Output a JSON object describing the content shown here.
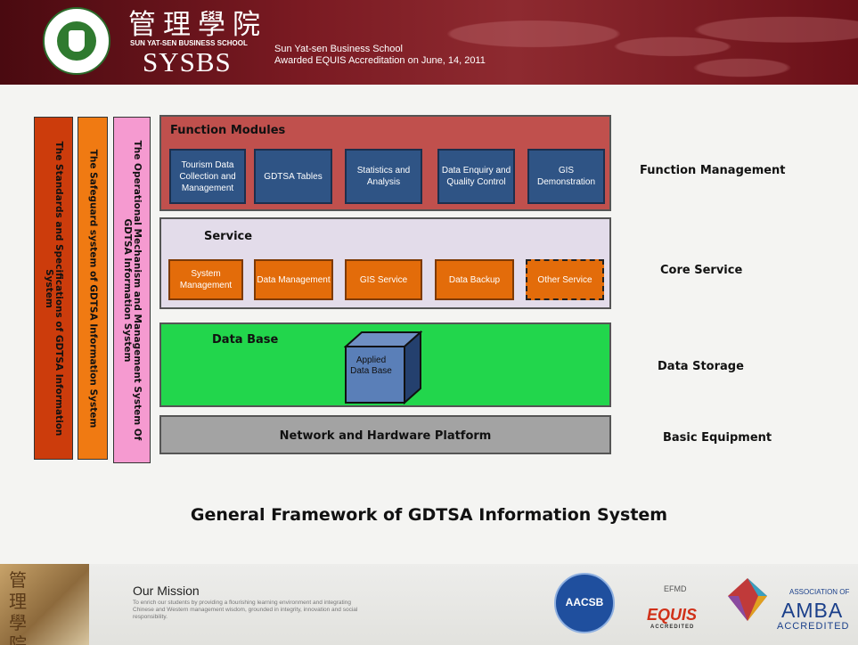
{
  "header": {
    "chinese_title": "管理學院",
    "school_line": "SUN YAT-SEN BUSINESS SCHOOL",
    "abbr": "SYSBS",
    "line1": "Sun Yat-sen Business School",
    "line2": "Awarded EQUIS Accreditation on June, 14, 2011"
  },
  "side_bars": [
    {
      "text": "The Standards and Specifications of GDTSA Information System",
      "color": "#cc3c0c"
    },
    {
      "text": "The Safeguard system of GDTSA Information System",
      "color": "#f07a12"
    },
    {
      "text": "The Operational Mechanism and Management System Of GDTSA Information System",
      "color": "#f59ad0"
    }
  ],
  "function_layer": {
    "title": "Function Modules",
    "modules": [
      "Tourism Data Collection and Management",
      "GDTSA Tables",
      "Statistics and Analysis",
      "Data Enquiry and Quality Control",
      "GIS Demonstration"
    ]
  },
  "service_layer": {
    "title": "Service",
    "services": [
      "System Management",
      "Data Management",
      "GIS Service",
      "Data Backup",
      "Other Service"
    ]
  },
  "database_layer": {
    "title": "Data Base",
    "cube_label": "Applied Data Base"
  },
  "network_layer": {
    "title": "Network and Hardware Platform"
  },
  "right_labels": [
    "Function Management",
    "Core Service",
    "Data Storage",
    "Basic Equipment"
  ],
  "caption": "General Framework of GDTSA Information System",
  "footer": {
    "image_text": "管理學院",
    "mission_title": "Our Mission",
    "mission_text": "To enrich our students by providing a flourishing learning environment and integrating Chinese and Western management wisdom, grounded in integrity, innovation and social responsibility.",
    "aacsb": "AACSB",
    "efmd": "EFMD",
    "equis": "EQUIS",
    "equis_sub": "ACCREDITED",
    "amba_assoc": "ASSOCIATION OF",
    "amba": "AMBA",
    "amba_acc": "ACCREDITED"
  }
}
